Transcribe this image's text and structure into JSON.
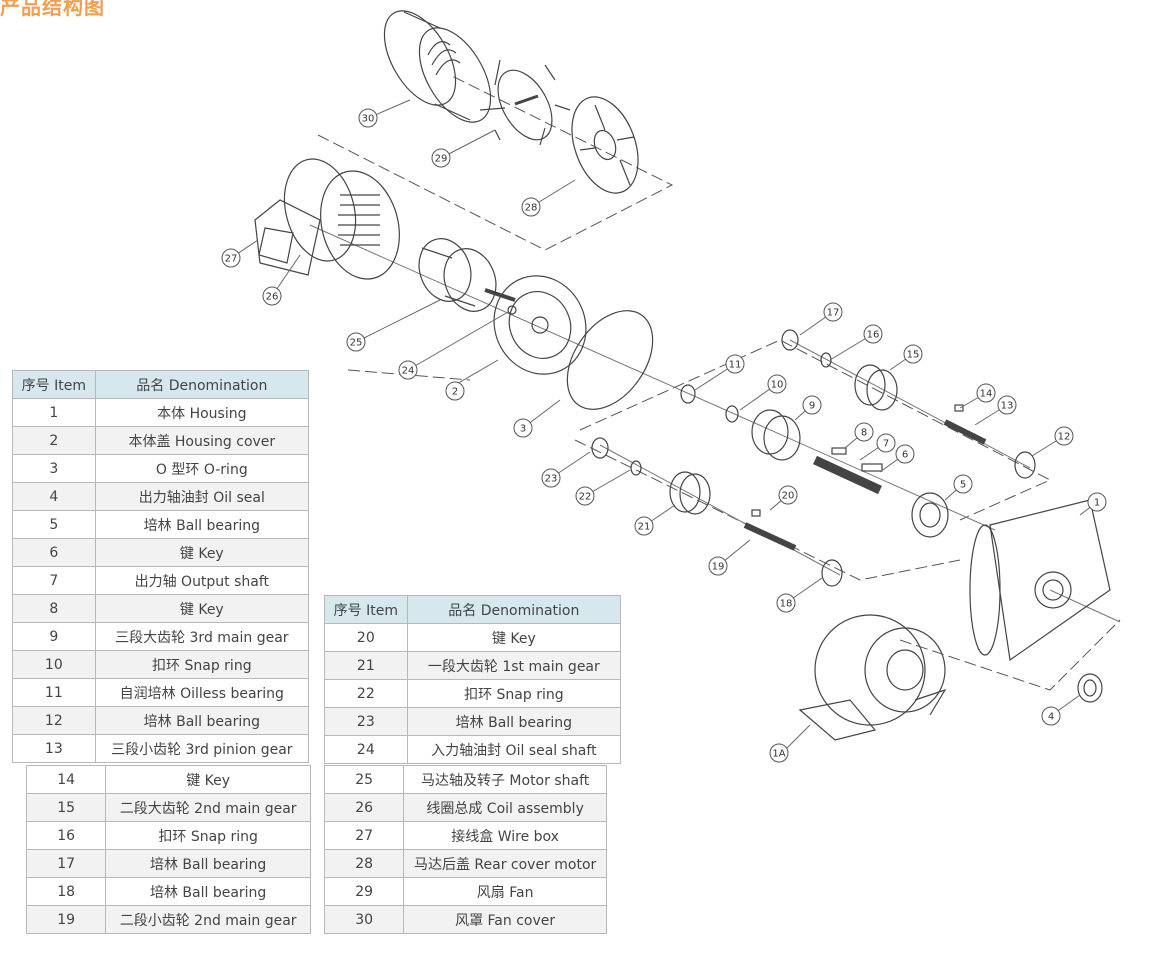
{
  "heading": "产品结构图",
  "headers": {
    "item": "序号 Item",
    "name": "品名 Denomination"
  },
  "parts": [
    {
      "item": "1",
      "name": "本体 Housing"
    },
    {
      "item": "2",
      "name": "本体盖 Housing cover"
    },
    {
      "item": "3",
      "name": "O 型环 O-ring"
    },
    {
      "item": "4",
      "name": "出力轴油封 Oil seal"
    },
    {
      "item": "5",
      "name": "培林 Ball bearing"
    },
    {
      "item": "6",
      "name": "键 Key"
    },
    {
      "item": "7",
      "name": "出力轴 Output shaft"
    },
    {
      "item": "8",
      "name": "键 Key"
    },
    {
      "item": "9",
      "name": "三段大齿轮 3rd main gear"
    },
    {
      "item": "10",
      "name": "扣环 Snap ring"
    },
    {
      "item": "11",
      "name": "自润培林 Oilless bearing"
    },
    {
      "item": "12",
      "name": "培林 Ball bearing"
    },
    {
      "item": "13",
      "name": "三段小齿轮 3rd pinion gear"
    },
    {
      "item": "14",
      "name": "键 Key"
    },
    {
      "item": "15",
      "name": "二段大齿轮 2nd main gear"
    },
    {
      "item": "16",
      "name": "扣环 Snap ring"
    },
    {
      "item": "17",
      "name": "培林 Ball bearing"
    },
    {
      "item": "18",
      "name": "培林 Ball bearing"
    },
    {
      "item": "19",
      "name": "二段小齿轮 2nd main gear"
    },
    {
      "item": "20",
      "name": "键 Key"
    },
    {
      "item": "21",
      "name": "一段大齿轮 1st main gear"
    },
    {
      "item": "22",
      "name": "扣环 Snap ring"
    },
    {
      "item": "23",
      "name": "培林 Ball bearing"
    },
    {
      "item": "24",
      "name": "入力轴油封 Oil seal shaft"
    },
    {
      "item": "25",
      "name": "马达轴及转子 Motor shaft"
    },
    {
      "item": "26",
      "name": "线圈总成 Coil assembly"
    },
    {
      "item": "27",
      "name": "接线盒 Wire box"
    },
    {
      "item": "28",
      "name": "马达后盖 Rear cover motor"
    },
    {
      "item": "29",
      "name": "风扇 Fan"
    },
    {
      "item": "30",
      "name": "风罩 Fan cover"
    }
  ],
  "callouts": [
    "1",
    "1A",
    "2",
    "3",
    "4",
    "5",
    "6",
    "7",
    "8",
    "9",
    "10",
    "11",
    "12",
    "13",
    "14",
    "15",
    "16",
    "17",
    "18",
    "19",
    "20",
    "21",
    "22",
    "23",
    "24",
    "25",
    "26",
    "27",
    "28",
    "29",
    "30"
  ]
}
